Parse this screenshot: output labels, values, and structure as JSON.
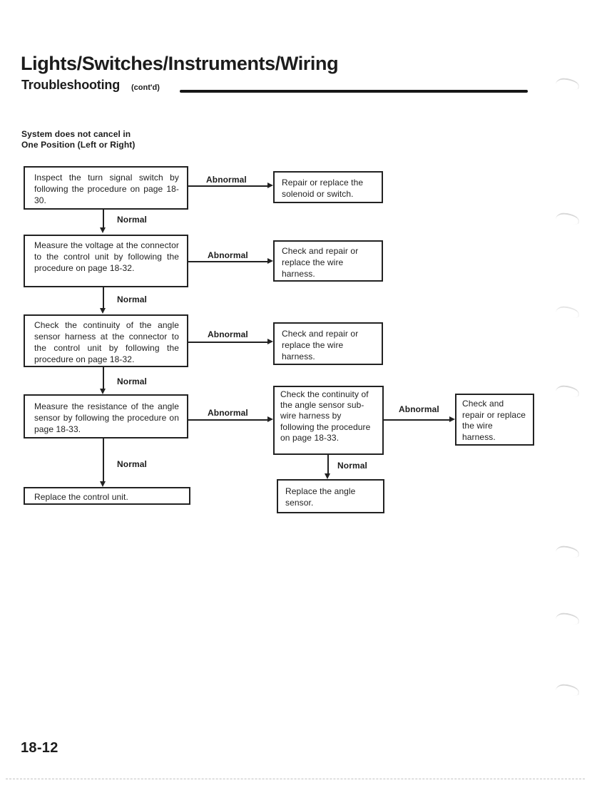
{
  "header": {
    "title": "Lights/Switches/Instruments/Wiring",
    "subtitle": "Troubleshooting",
    "subtitle_note": "(cont'd)"
  },
  "section": {
    "line1": "System does not cancel in",
    "line2": "One Position (Left or Right)"
  },
  "flow": {
    "labels": {
      "normal": "Normal",
      "abnormal": "Abnormal"
    },
    "steps": {
      "s1": "Inspect the turn signal switch by following the procedure on page 18-30.",
      "s2": "Measure the voltage at the connector to the control unit by following the procedure on page 18-32.",
      "s3": "Check the continuity of the angle sensor harness at the connector to the control unit by following the procedure on page 18-32.",
      "s4": "Measure the resistance of the angle sensor by following the procedure on page 18-33.",
      "s5": "Replace the control unit."
    },
    "side": {
      "r1": "Repair or replace the solenoid or switch.",
      "r2": "Check and repair or replace the wire harness.",
      "r3": "Check and repair or replace the wire harness."
    },
    "branch": {
      "check": "Check the continuity of the angle sensor sub-wire harness by following the procedure on page 18-33.",
      "result": "Check and repair or replace the wire harness.",
      "replace": "Replace the angle sensor."
    }
  },
  "footer": {
    "page_number": "18-12"
  }
}
